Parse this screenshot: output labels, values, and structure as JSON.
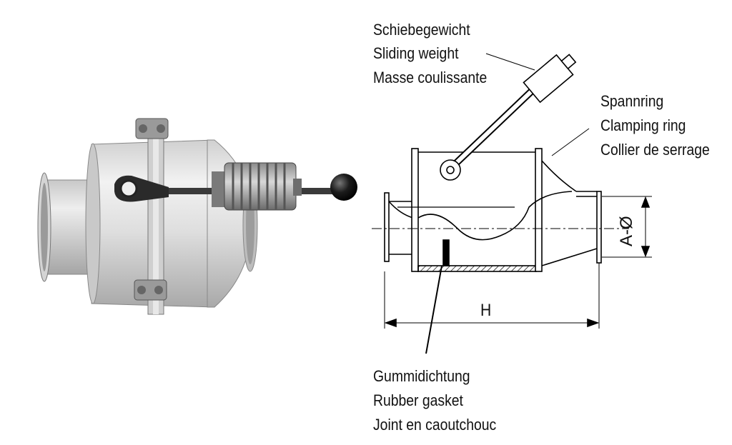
{
  "labels": {
    "sliding_weight": [
      "Schiebegewicht",
      "Sliding weight",
      "Masse coulissante"
    ],
    "clamping_ring": [
      "Spannring",
      "Clamping ring",
      "Collier de serrage"
    ],
    "rubber_gasket": [
      "Gummidichtung",
      "Rubber gasket",
      "Joint en caoutchouc"
    ],
    "dimension_diameter": "A-Ø",
    "dimension_height": "H"
  }
}
